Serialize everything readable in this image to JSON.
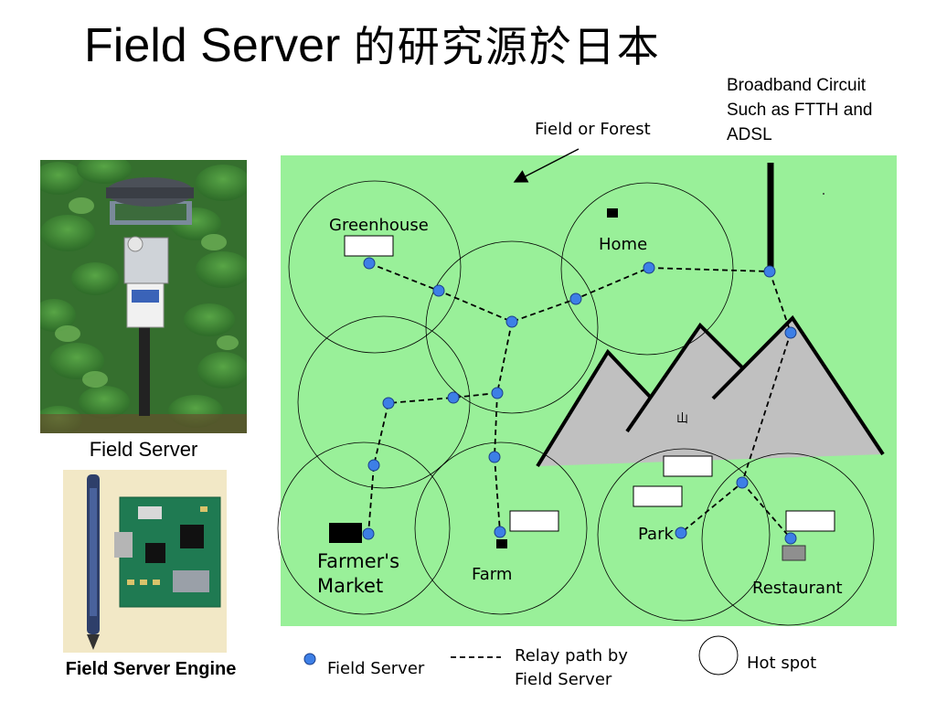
{
  "title": {
    "main": "Field Server ",
    "cjk": "的研究源於日本"
  },
  "broadband_note": [
    "Broadband Circuit",
    "Such as FTTH and",
    "ADSL"
  ],
  "photo_captions": {
    "field_server": "Field Server",
    "field_server_engine": "Field Server Engine"
  },
  "diagram": {
    "field_or_forest": "Field or Forest",
    "labels": {
      "greenhouse": "Greenhouse",
      "home": "Home",
      "farmers_market_line1": "Farmer's",
      "farmers_market_line2": "Market",
      "farm": "Farm",
      "park": "Park",
      "restaurant": "Restaurant",
      "mountain": "山"
    },
    "colors": {
      "field": "#99f099",
      "node": "#3d7fe6",
      "mountain": "#c0c0c0"
    }
  },
  "legend": {
    "field_server": "Field Server",
    "relay_line1": "Relay path by",
    "relay_line2": "Field Server",
    "hot_spot": "Hot spot"
  }
}
